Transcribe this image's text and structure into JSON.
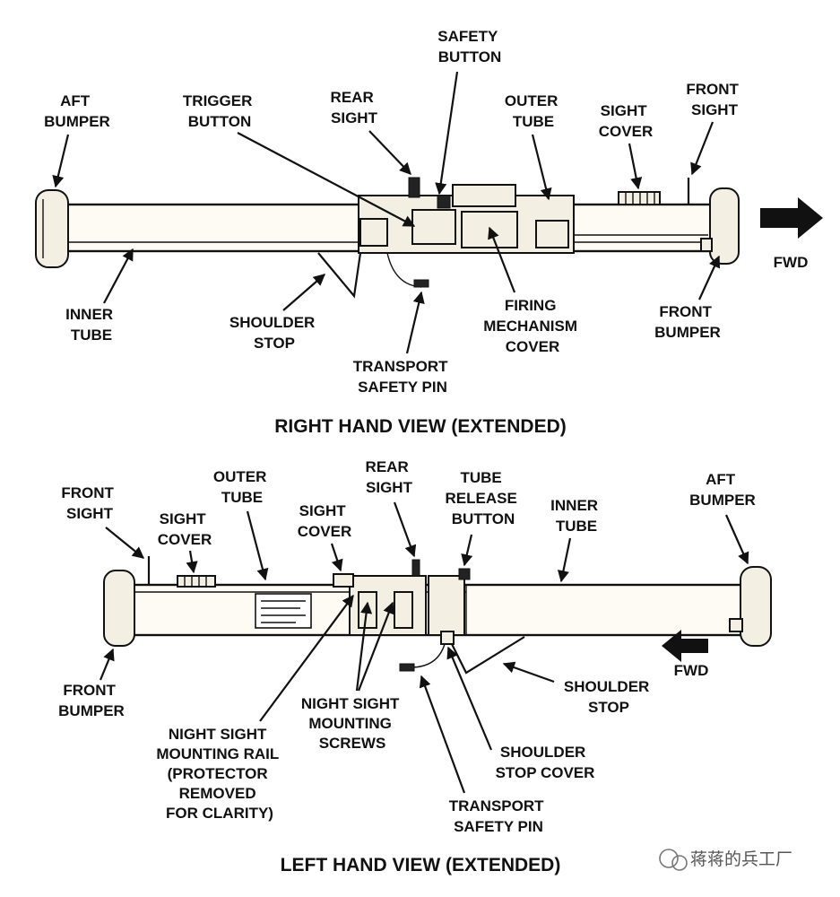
{
  "right_view": {
    "title": "RIGHT HAND VIEW (EXTENDED)",
    "fwd": "FWD",
    "labels": {
      "aft_bumper": [
        "AFT",
        "BUMPER"
      ],
      "trigger_button": [
        "TRIGGER",
        "BUTTON"
      ],
      "rear_sight": [
        "REAR",
        "SIGHT"
      ],
      "safety_button": [
        "SAFETY",
        "BUTTON"
      ],
      "outer_tube": [
        "OUTER",
        "TUBE"
      ],
      "sight_cover": [
        "SIGHT",
        "COVER"
      ],
      "front_sight": [
        "FRONT",
        "SIGHT"
      ],
      "inner_tube": [
        "INNER",
        "TUBE"
      ],
      "shoulder_stop": [
        "SHOULDER",
        "STOP"
      ],
      "transport_safety_pin": [
        "TRANSPORT",
        "SAFETY PIN"
      ],
      "firing_mechanism_cover": [
        "FIRING",
        "MECHANISM",
        "COVER"
      ],
      "front_bumper": [
        "FRONT",
        "BUMPER"
      ]
    }
  },
  "left_view": {
    "title": "LEFT HAND VIEW (EXTENDED)",
    "fwd": "FWD",
    "labels": {
      "front_sight": [
        "FRONT",
        "SIGHT"
      ],
      "sight_cover_front": [
        "SIGHT",
        "COVER"
      ],
      "outer_tube": [
        "OUTER",
        "TUBE"
      ],
      "sight_cover_rear": [
        "SIGHT",
        "COVER"
      ],
      "rear_sight": [
        "REAR",
        "SIGHT"
      ],
      "tube_release_button": [
        "TUBE",
        "RELEASE",
        "BUTTON"
      ],
      "inner_tube": [
        "INNER",
        "TUBE"
      ],
      "aft_bumper": [
        "AFT",
        "BUMPER"
      ],
      "front_bumper": [
        "FRONT",
        "BUMPER"
      ],
      "night_sight_mounting_rail": [
        "NIGHT SIGHT",
        "MOUNTING RAIL",
        "(PROTECTOR",
        "REMOVED",
        "FOR CLARITY)"
      ],
      "night_sight_mounting_screws": [
        "NIGHT SIGHT",
        "MOUNTING",
        "SCREWS"
      ],
      "shoulder_stop_cover": [
        "SHOULDER",
        "STOP COVER"
      ],
      "shoulder_stop": [
        "SHOULDER",
        "STOP"
      ],
      "transport_safety_pin": [
        "TRANSPORT",
        "SAFETY PIN"
      ]
    }
  },
  "watermark": "蒋蒋的兵工厂"
}
